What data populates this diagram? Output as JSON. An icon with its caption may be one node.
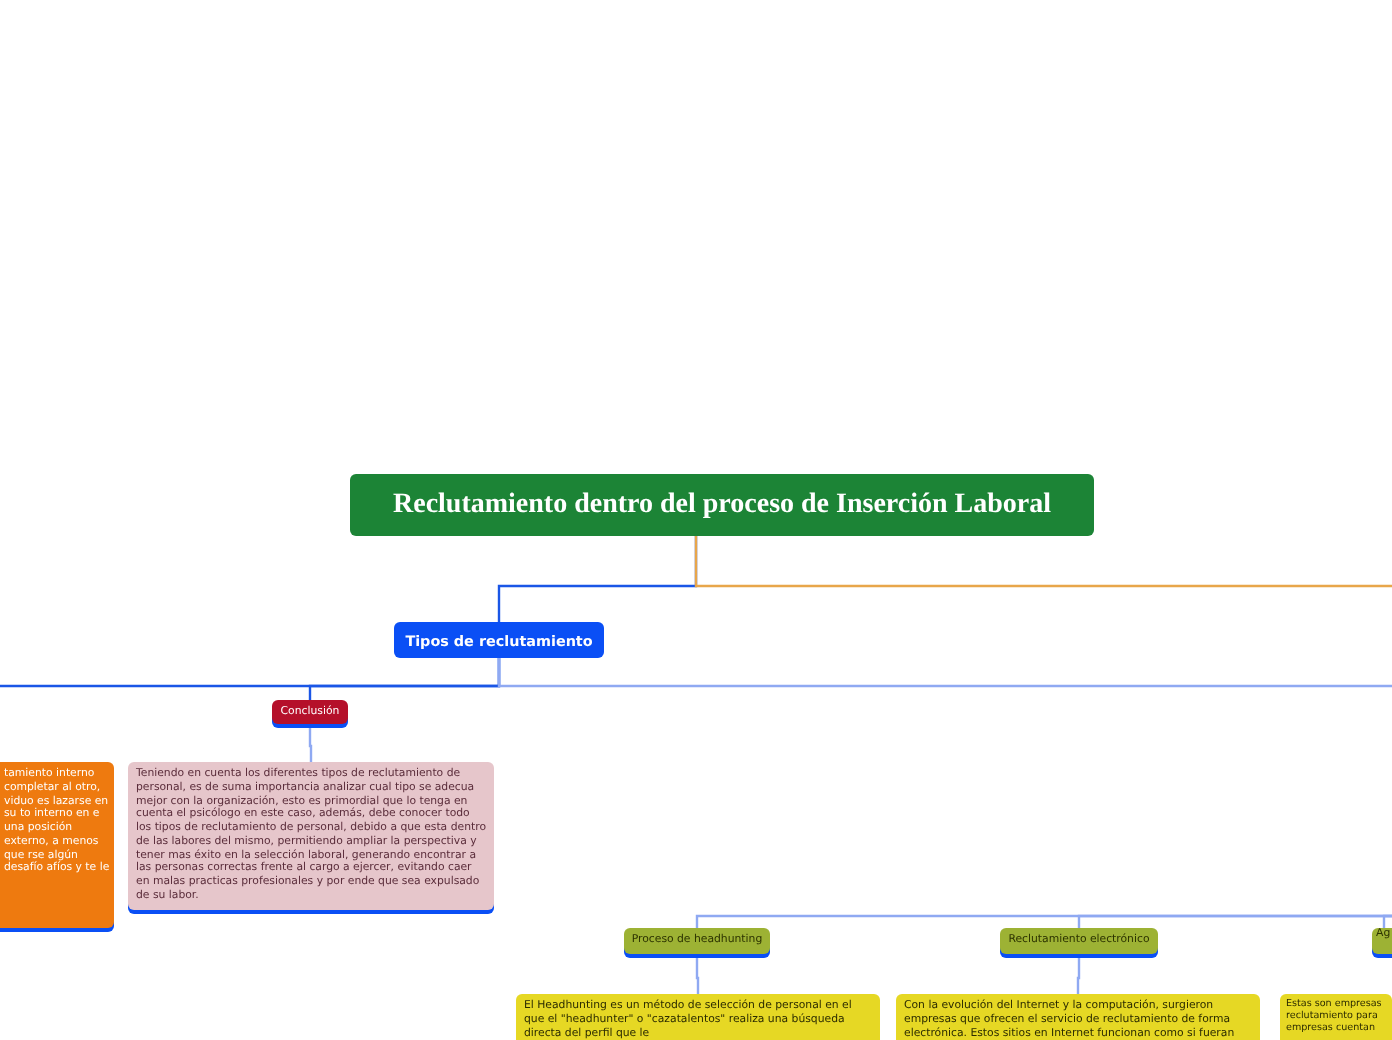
{
  "diagram": {
    "nodes": [
      {
        "text": [
          "Reclutamiento dentro del proceso de Inserción Laboral"
        ]
      },
      {
        "text": [
          "Tipos de reclutamiento"
        ]
      },
      {
        "text": [
          "Conclusión"
        ]
      },
      {
        "text": [
          "tamiento interno completar al otro, viduo es lazarse en su to interno en e una posición externo, a menos que rse algún desafío afíos y te le"
        ]
      },
      {
        "text": [
          "Teniendo en cuenta los diferentes tipos de reclutamiento de personal, es de suma importancia analizar cual tipo se adecua mejor con la organización,  esto es primordial que lo tenga en cuenta el psicólogo en este caso, además, debe conocer todo los tipos de reclutamiento de personal, debido a que esta dentro de las labores del mismo, permitiendo ampliar la perspectiva y tener mas éxito en la selección laboral, generando encontrar a las personas correctas frente al cargo a ejercer, evitando  caer en malas practicas profesionales y por ende que sea expulsado de su labor."
        ]
      },
      {
        "text": [
          "Proceso de headhunting"
        ]
      },
      {
        "text": [
          "Reclutamiento electrónico"
        ]
      },
      {
        "text": [
          "Ag"
        ]
      },
      {
        "text": [
          "El Headhunting es un método de selección de personal en el que el \"headhunter\" o \"cazatalentos\" realiza una búsqueda directa del perfil que le"
        ]
      },
      {
        "text": [
          "Con la evolución del Internet y la computación, surgieron empresas que ofrecen el servicio de reclutamiento de forma electrónica. Estos sitios en Internet funcionan como si fueran"
        ]
      },
      {
        "text": [
          "Estas son empresas reclutamiento para empresas cuentan"
        ]
      }
    ],
    "edges": [
      {
        "from": 0,
        "to": 1,
        "arrow": "none",
        "color": "#1a56e6"
      },
      {
        "from": 0,
        "to": null,
        "arrow": "none",
        "color": "#e8a64a"
      },
      {
        "from": 1,
        "to": 2,
        "arrow": "none",
        "color": "#1a56e6"
      },
      {
        "from": 1,
        "to": null,
        "arrow": "none",
        "color": "#1a56e6"
      },
      {
        "from": 1,
        "to": null,
        "arrow": "none"
      },
      {
        "from": null,
        "to": 5,
        "arrow": "none"
      },
      {
        "from": null,
        "to": 6,
        "arrow": "none"
      },
      {
        "from": null,
        "to": 7,
        "arrow": "none"
      },
      {
        "from": 2,
        "to": 4,
        "arrow": "none"
      },
      {
        "from": 5,
        "to": 8,
        "arrow": "none"
      },
      {
        "from": 6,
        "to": 9,
        "arrow": "none"
      }
    ]
  }
}
